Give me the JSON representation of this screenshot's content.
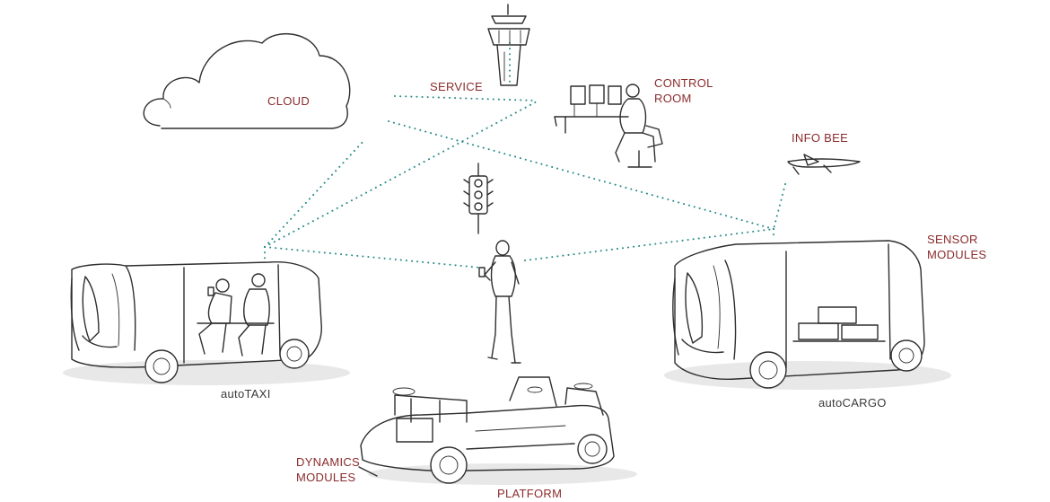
{
  "colors": {
    "label": "#8b2b2b",
    "vehicle_label": "#3a3a3a",
    "link_dots": "#2a8a8a",
    "sketch": "#2e2e2e"
  },
  "labels": {
    "cloud": "CLOUD",
    "service": "SERVICE",
    "control_room_line1": "CONTROL",
    "control_room_line2": "ROOM",
    "info_bee": "INFO BEE",
    "sensor_line1": "SENSOR",
    "sensor_line2": "MODULES",
    "dynamics_line1": "DYNAMICS",
    "dynamics_line2": "MODULES",
    "platform": "PLATFORM",
    "autotaxi": "autoTAXI",
    "autocargo": "autoCARGO"
  },
  "icons": [
    "cloud-icon",
    "control-tower-icon",
    "control-room-icon",
    "traffic-light-icon",
    "drone-icon",
    "pedestrian-icon",
    "autotaxi-vehicle",
    "autocargo-vehicle",
    "platform-chassis"
  ]
}
